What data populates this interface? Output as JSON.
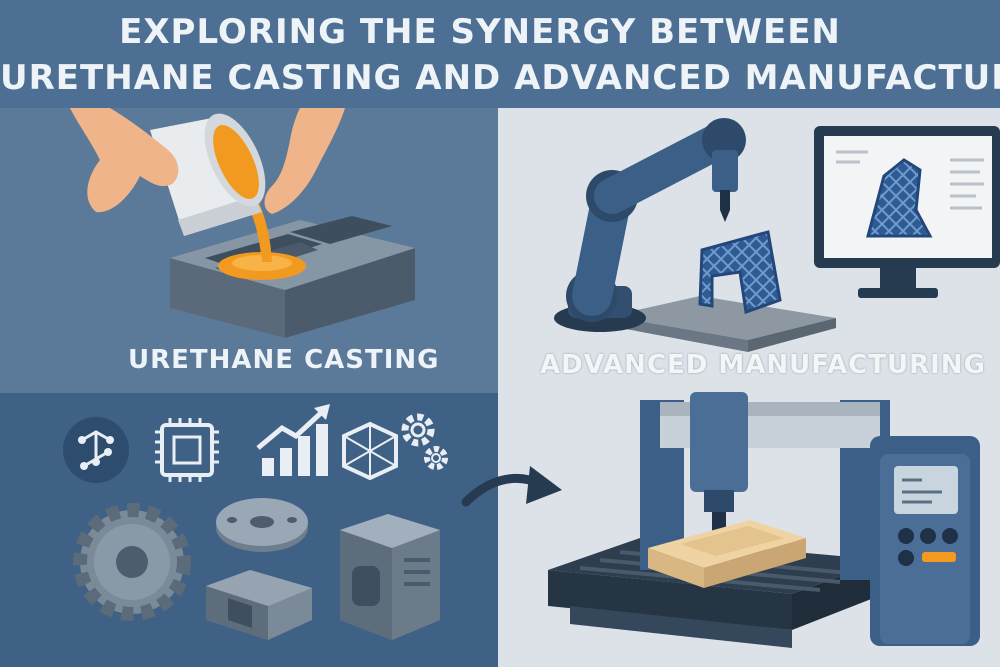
{
  "header": {
    "title_line1": "EXPLORING THE SYNERGY BETWEEN",
    "title_line2": "URETHANE CASTING AND ADVANCED MANUFACTURIN"
  },
  "panels": {
    "left_label": "URETHANE CASTING",
    "right_label": "ADVANCED MANUFACTURING"
  },
  "icons": [
    "workflow-icon",
    "microchip-icon",
    "growth-chart-icon",
    "network-polyhedron-icon",
    "gears-icon",
    "arrow-right-icon"
  ],
  "colors": {
    "title_band": "#4d6f93",
    "left_panel": "#5b7a99",
    "left_lower_panel": "#3f6185",
    "right_panel": "#dde2e8",
    "accent_orange": "#f29a1f",
    "machine_blue": "#3b5f86",
    "print_blue": "#2f5b93"
  }
}
